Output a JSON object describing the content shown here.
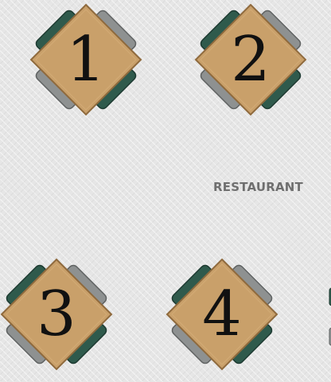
{
  "floor_plan": {
    "area_label": "RESTAURANT",
    "tables": [
      {
        "number": "1",
        "seats": 4
      },
      {
        "number": "2",
        "seats": 4
      },
      {
        "number": "3",
        "seats": 4
      },
      {
        "number": "4",
        "seats": 4
      }
    ]
  },
  "colors": {
    "table_top": "#c9a06a",
    "chair_green": "#2f5a4c",
    "chair_gray": "#8e9191",
    "floor": "#e6e6e6",
    "label": "#6f6f6f"
  }
}
